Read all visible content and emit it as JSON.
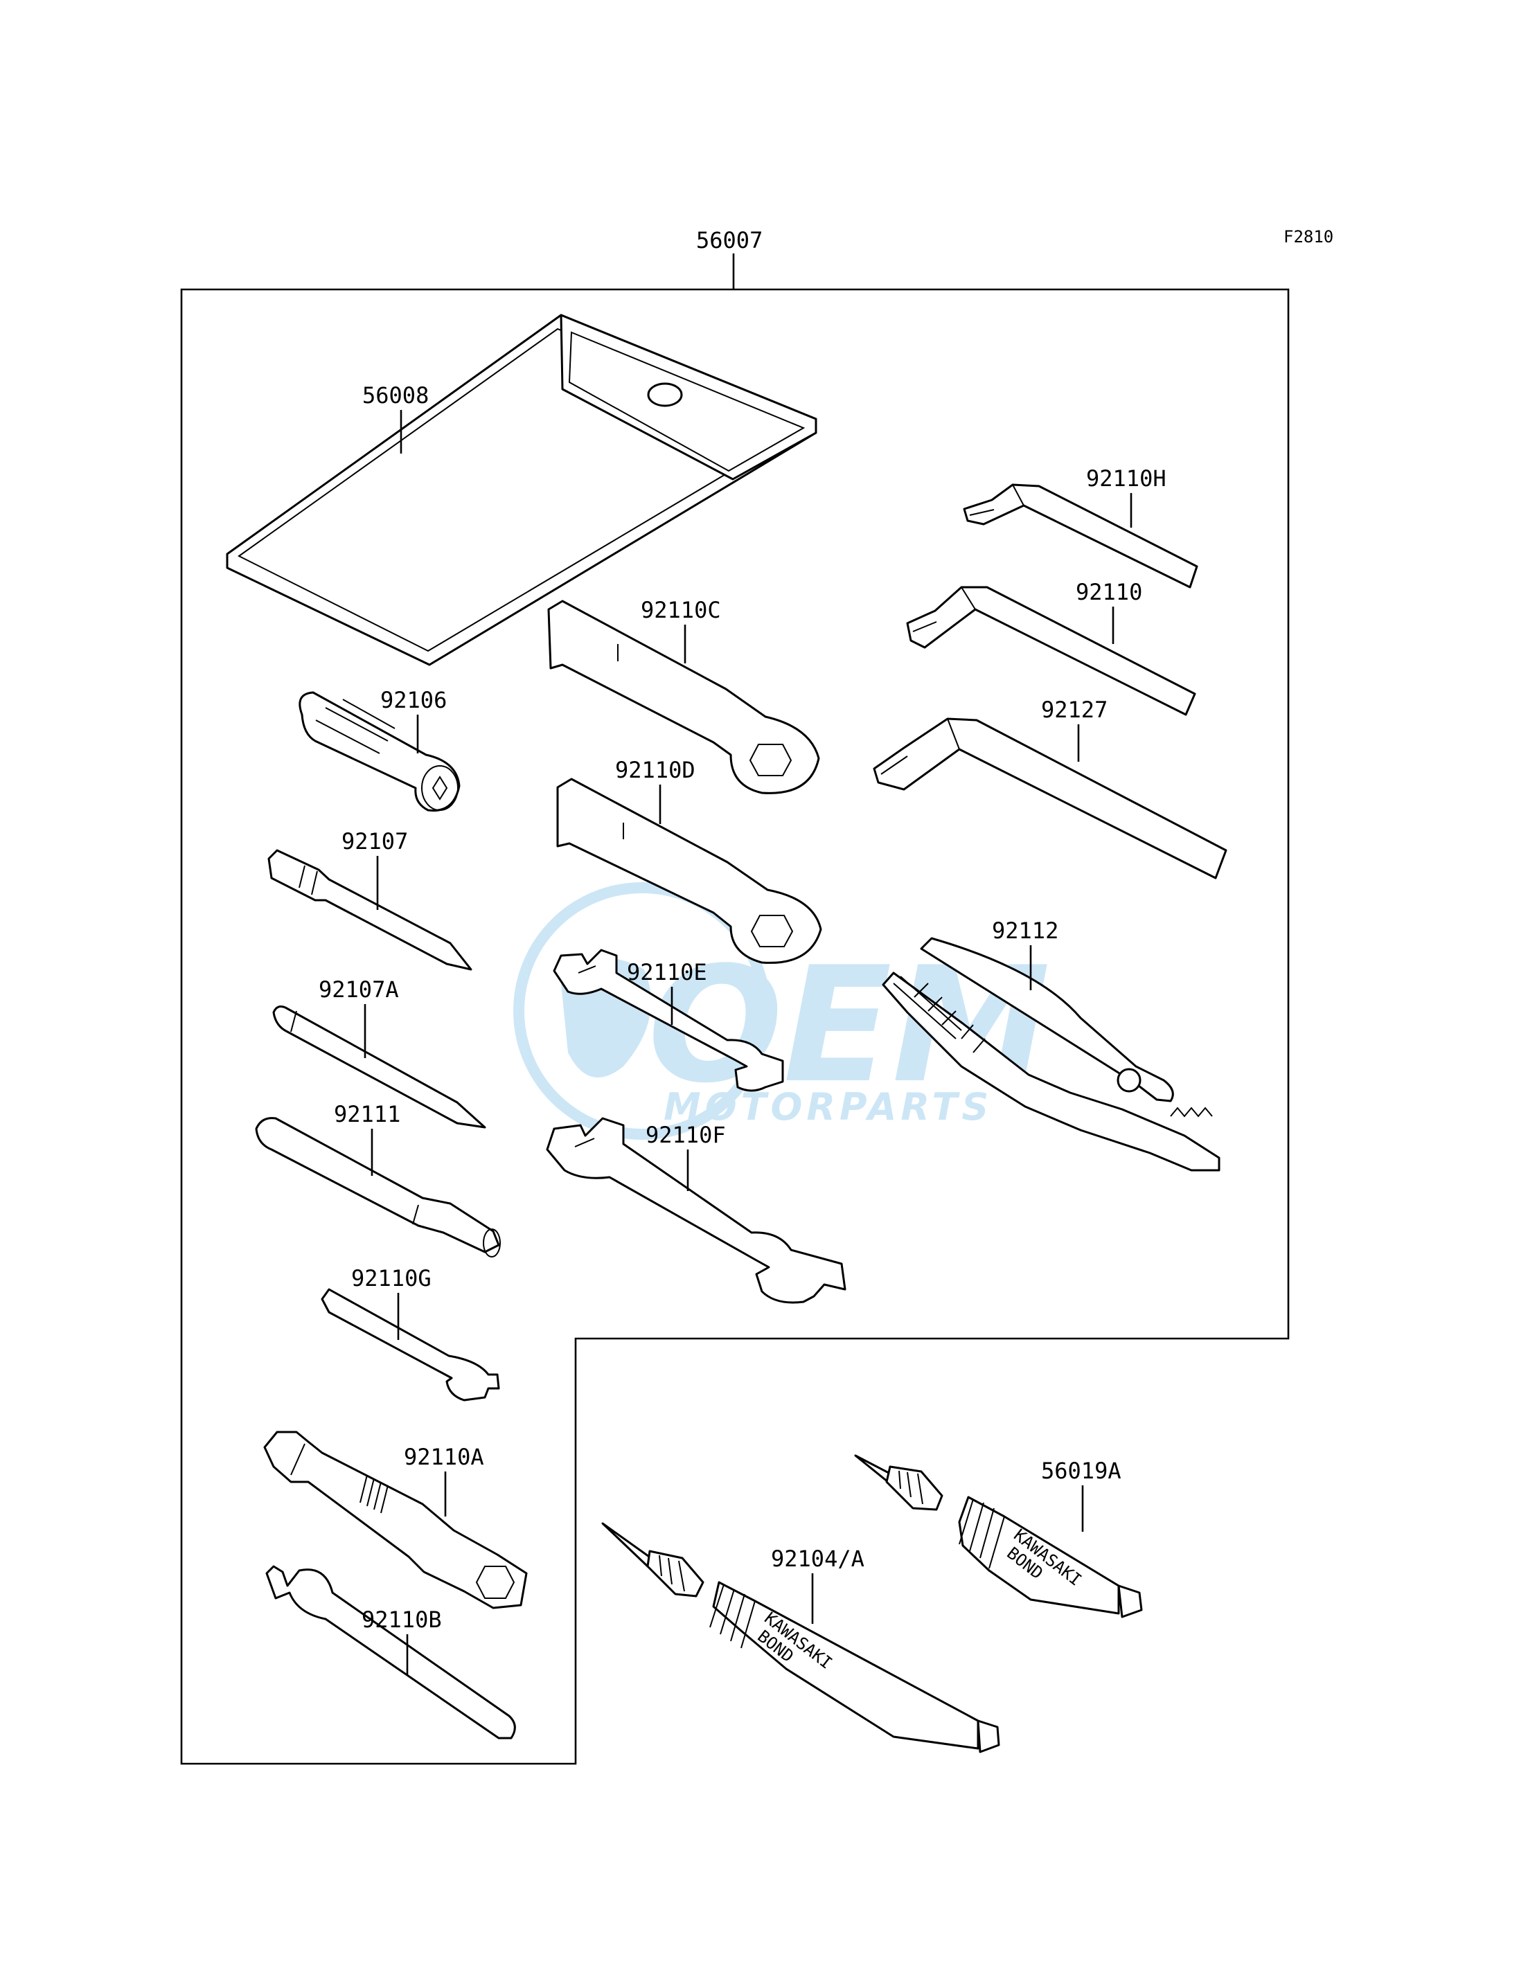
{
  "figure": {
    "code": "F2810",
    "kit_part": "56007"
  },
  "watermark": {
    "brand": "OEM",
    "tagline": "MOTORPARTS",
    "color": "#3aa0dc"
  },
  "parts": [
    {
      "id": "56008",
      "name": "tool-bag"
    },
    {
      "id": "92110H",
      "name": "hex-key-small"
    },
    {
      "id": "92110",
      "name": "hex-key-medium"
    },
    {
      "id": "92127",
      "name": "hex-key-large"
    },
    {
      "id": "92110C",
      "name": "box-wrench"
    },
    {
      "id": "92110D",
      "name": "box-wrench"
    },
    {
      "id": "92106",
      "name": "screwdriver-handle"
    },
    {
      "id": "92107",
      "name": "screwdriver-bit"
    },
    {
      "id": "92107A",
      "name": "screwdriver-bit"
    },
    {
      "id": "92110E",
      "name": "open-end-wrench"
    },
    {
      "id": "92112",
      "name": "pliers"
    },
    {
      "id": "92111",
      "name": "extension-bar"
    },
    {
      "id": "92110F",
      "name": "open-end-wrench"
    },
    {
      "id": "92110G",
      "name": "open-end-wrench-small"
    },
    {
      "id": "92110A",
      "name": "spark-plug-wrench"
    },
    {
      "id": "92110B",
      "name": "hook-wrench"
    },
    {
      "id": "56019A",
      "name": "bond-tube"
    },
    {
      "id": "92104/A",
      "name": "bond-tube"
    }
  ],
  "tube_print": {
    "brand": "KAWASAKI",
    "product": "BOND"
  }
}
